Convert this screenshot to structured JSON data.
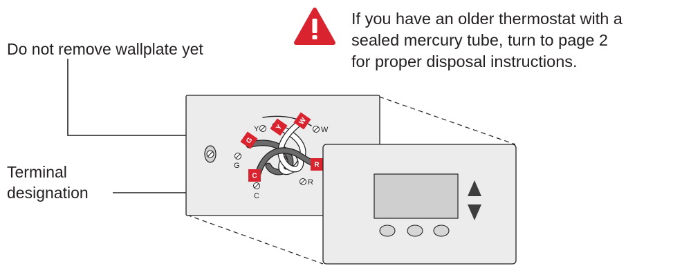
{
  "warning": {
    "icon": "warning-triangle-icon",
    "color": "#d9232e",
    "lines": [
      "If you have an older thermostat with a",
      "sealed mercury tube, turn to page 2",
      "for proper disposal instructions."
    ]
  },
  "callouts": {
    "wallplate": "Do not remove wallplate yet",
    "terminal_line1": "Terminal",
    "terminal_line2": "designation"
  },
  "terminals": {
    "y": "Y",
    "w": "W",
    "g": "G",
    "c": "C",
    "r": "R"
  },
  "wire_tags": {
    "y": "Y",
    "w": "W",
    "g": "G",
    "c": "C",
    "r": "R"
  },
  "thermostat": {
    "up_icon": "arrow-up-icon",
    "down_icon": "arrow-down-icon"
  }
}
